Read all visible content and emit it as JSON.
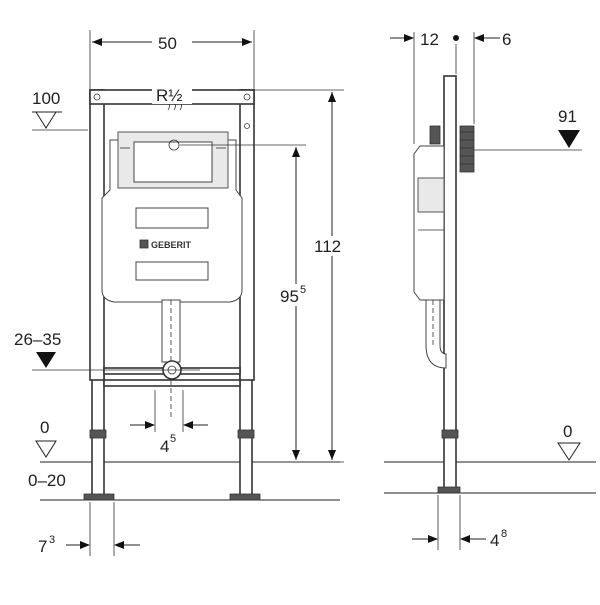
{
  "labels": {
    "width": "50",
    "thread": "R½",
    "level_100": "100",
    "height_total": "112",
    "height_connection": "95",
    "height_connection_sup": "5",
    "level_26_35": "26–35",
    "offset_outlet": "4",
    "offset_outlet_sup": "5",
    "floor_front": "0",
    "floor_adjust": "0–20",
    "foot_inset": "7",
    "foot_inset_sup": "3",
    "depth_front": "12",
    "depth_back": "6",
    "level_91": "91",
    "floor_side": "0",
    "foot_depth": "4",
    "foot_depth_sup": "8",
    "brand": "GEBERIT"
  }
}
